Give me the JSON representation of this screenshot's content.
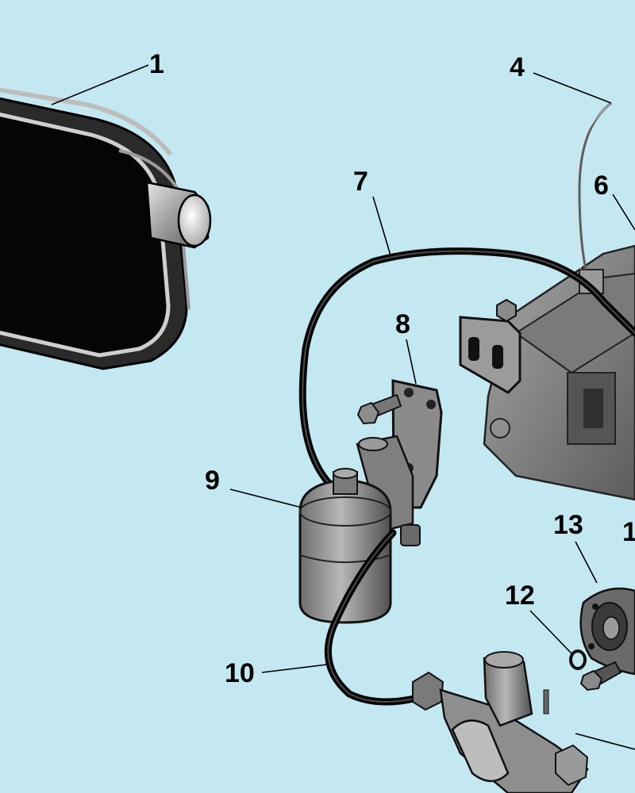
{
  "colors": {
    "background": "#c4e8f2",
    "part_dark": "#0a0a0a",
    "part_metal": "#8a8a8a",
    "part_light": "#d0d0d0",
    "hose": "#050505"
  },
  "callouts": [
    {
      "id": "1",
      "label": "1"
    },
    {
      "id": "4",
      "label": "4"
    },
    {
      "id": "6",
      "label": "6"
    },
    {
      "id": "7",
      "label": "7"
    },
    {
      "id": "8",
      "label": "8"
    },
    {
      "id": "9",
      "label": "9"
    },
    {
      "id": "10",
      "label": "10"
    },
    {
      "id": "12",
      "label": "12"
    },
    {
      "id": "13",
      "label": "13"
    },
    {
      "id": "14",
      "label": "1"
    }
  ]
}
